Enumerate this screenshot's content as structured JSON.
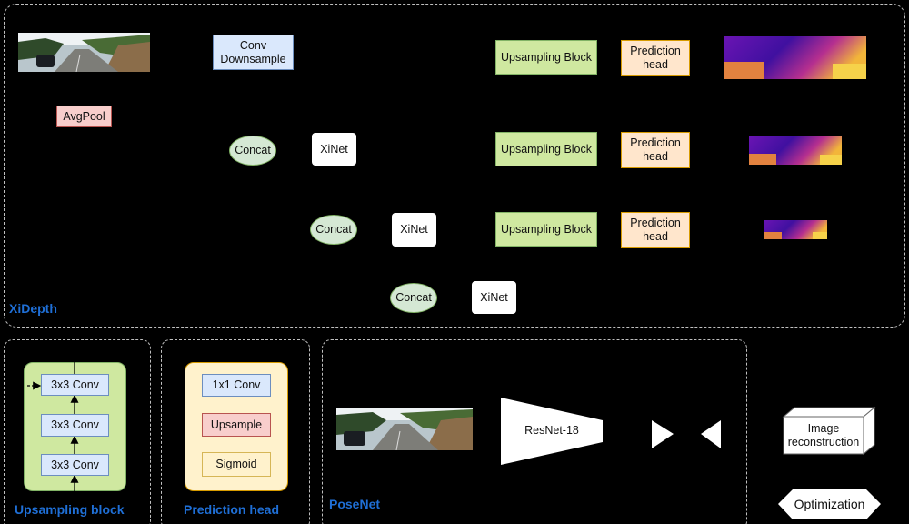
{
  "xidepth": {
    "label": "XiDepth",
    "conv_downsample": "Conv\nDownsample",
    "avgpool": "AvgPool",
    "concat": "Concat",
    "xinet": "XiNet",
    "upsampling_block": "Upsampling Block",
    "prediction_head": "Prediction\nhead"
  },
  "upsampling_panel": {
    "label": "Upsampling block",
    "layers": [
      "3x3 Conv",
      "3x3 Conv",
      "3x3 Conv"
    ]
  },
  "prediction_panel": {
    "label": "Prediction head",
    "layers": [
      "1x1 Conv",
      "Upsample",
      "Sigmoid"
    ]
  },
  "posenet": {
    "label": "PoseNet",
    "resnet": "ResNet-18",
    "image_reconstruction": "Image\nreconstruction",
    "optimization": "Optimization"
  },
  "colors": {
    "section_label": "#1f6fd6",
    "conv": "#dae8fc",
    "avgpool": "#f8cecc",
    "upsampling": "#cfe8a0",
    "prediction": "#ffe6cc",
    "concat": "#d5e8d4"
  }
}
